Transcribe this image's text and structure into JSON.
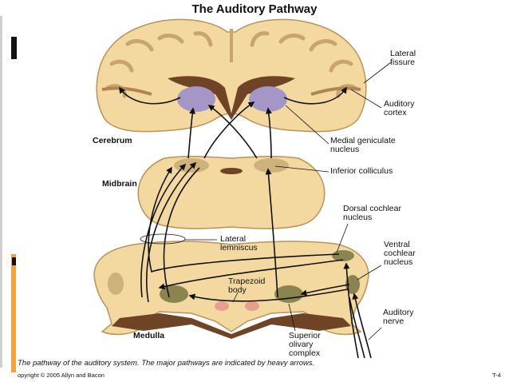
{
  "title": "The Auditory Pathway",
  "labels": {
    "lateral_fissure": "Lateral\nfissure",
    "auditory_cortex": "Auditory\ncortex",
    "medial_geniculate_nucleus": "Medial geniculate\nnucleus",
    "inferior_colliculus": "Inferior colliculus",
    "dorsal_cochlear_nucleus": "Dorsal cochlear\nnucleus",
    "ventral_cochlear_nucleus": "Ventral\ncochlear\nnucleus",
    "lateral_lemniscus": "Lateral\nlemniscus",
    "trapezoid_body": "Trapezoid\nbody",
    "superior_olivary_complex": "Superior\nolivary\ncomplex",
    "auditory_nerve": "Auditory\nnerve"
  },
  "regions": {
    "cerebrum": "Cerebrum",
    "midbrain": "Midbrain",
    "medulla": "Medulla"
  },
  "caption": "The pathway of the auditory system. The major pathways are indicated by heavy arrows.",
  "copyright": "opyright © 2005 Allyn and Bacon",
  "page_number": "T-4",
  "colors": {
    "tissue": "#f3d9a0",
    "tissue_edge": "#b9935a",
    "dark_brown": "#6e4326",
    "nucleus_purple": "#a596c8",
    "nucleus_olive": "#8a8450",
    "trapezoid_pink": "#e8a08c",
    "orange_bar": "#f2a33a"
  }
}
